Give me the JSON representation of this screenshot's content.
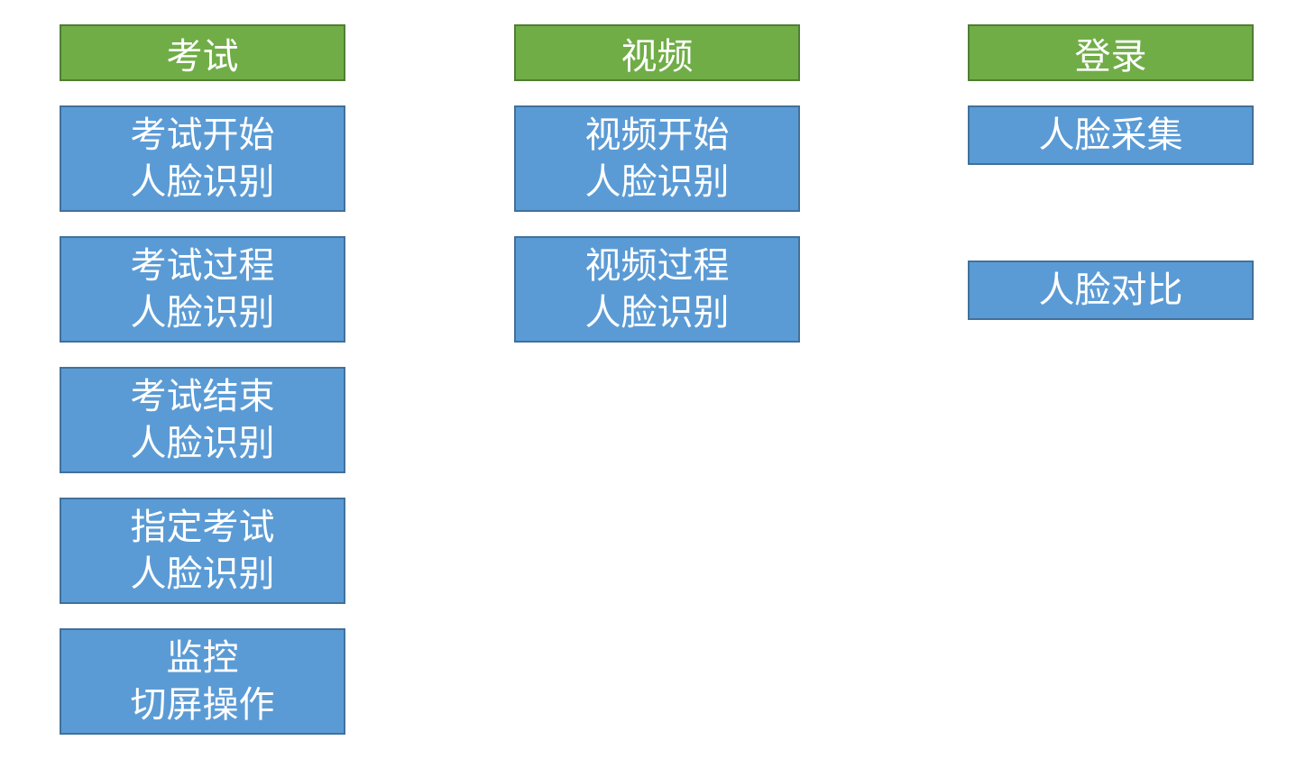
{
  "diagram": {
    "background": "#ffffff",
    "colors": {
      "header_fill": "#70AD47",
      "header_border": "#507E32",
      "item_fill": "#5B9BD5",
      "item_border": "#41719C",
      "text": "#ffffff"
    },
    "columns": [
      {
        "header": "考试",
        "items": [
          "考试开始\n人脸识别",
          "考试过程\n人脸识别",
          "考试结束\n人脸识别",
          "指定考试\n人脸识别",
          "监控\n切屏操作"
        ]
      },
      {
        "header": "视频",
        "items": [
          "视频开始\n人脸识别",
          "视频过程\n人脸识别"
        ]
      },
      {
        "header": "登录",
        "items": [
          "人脸采集",
          "人脸对比"
        ]
      }
    ]
  }
}
